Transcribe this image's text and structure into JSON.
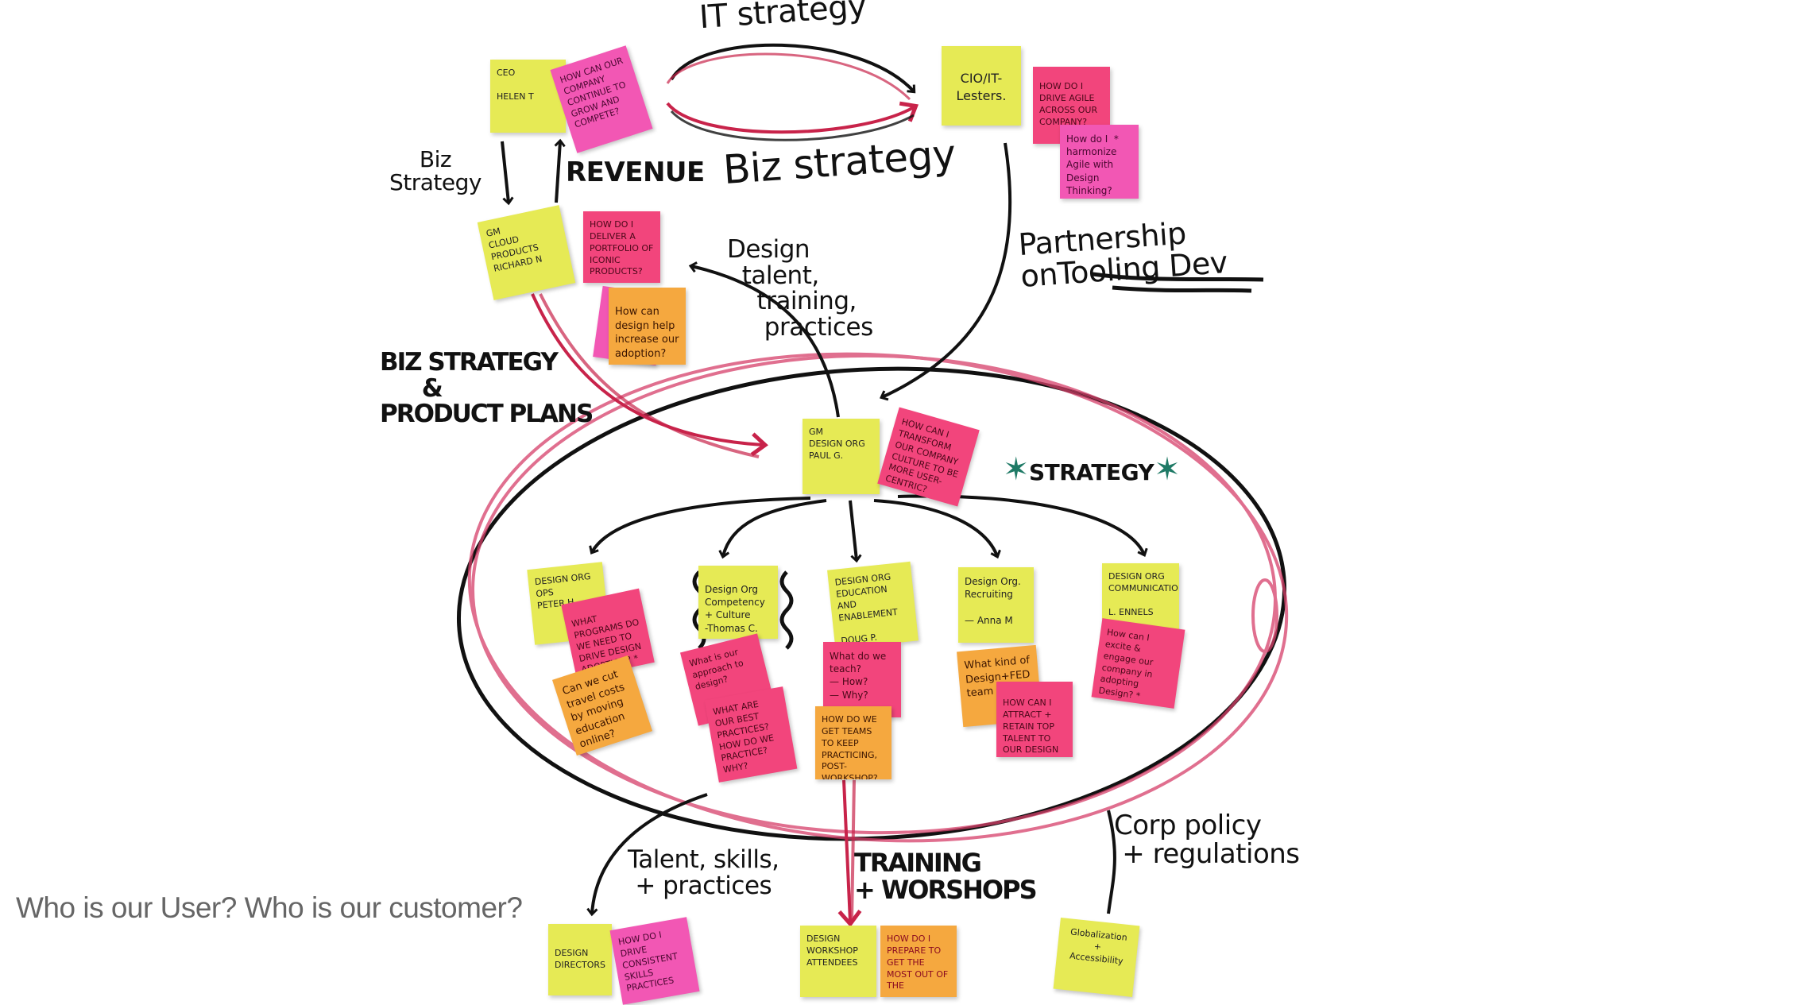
{
  "labels": {
    "it_strategy": "IT strategy",
    "biz_strategy_top": "Biz strategy",
    "biz_strategy_left": "Biz\nStrategy",
    "revenue": "REVENUE",
    "design_talent": "Design\n  talent,\n    training,\n     practices",
    "partnership": "Partnership\nonTooling Dev",
    "biz_strategy_product": "BIZ STRATEGY\n      &\nPRODUCT PLANS",
    "strategy": "STRATEGY",
    "talent_skills": "Talent, skills,\n + practices",
    "training_workshops": "TRAINING\n+ WORSHOPS",
    "corp_policy": "Corp policy\n + regulations"
  },
  "notes": {
    "ceo": "CEO\n\nHELEN T",
    "ceo_q": "HOW CAN OUR COMPANY CONTINUE TO GROW AND COMPETE?",
    "cio": "CIO/IT-\nLesters.",
    "cio_q1": "HOW DO I DRIVE AGILE ACROSS OUR COMPANY?",
    "cio_q2": "How do I  *\nharmonize\nAgile with\nDesign Thinking?",
    "gm_cloud": "GM\nCLOUD PRODUCTS\nRICHARD N",
    "gm_cloud_q1": "HOW DO I DELIVER A PORTFOLIO OF ICONIC PRODUCTS?",
    "gm_cloud_q2": "How can design help increase our adoption?",
    "gm_design": "GM\nDESIGN ORG\nPAUL G.",
    "gm_design_q": "HOW CAN I TRANSFORM OUR COMPANY CULTURE TO BE MORE USER-CENTRIC?",
    "ops": "DESIGN ORG OPS\nPETER H.",
    "ops_q1": "WHAT PROGRAMS DO WE NEED TO DRIVE DESIGN ADOPTION? *",
    "ops_q2": "Can we cut travel costs by moving education online?",
    "competency": "Design Org\nCompetency\n+ Culture\n-Thomas C.",
    "competency_q1": "What is our approach to design?",
    "competency_q2": "WHAT ARE OUR BEST PRACTICES? HOW DO WE PRACTICE? WHY?",
    "education": "DESIGN ORG EDUCATION AND ENABLEMENT\n\nDOUG P.",
    "education_q1": "What do we teach?\n— How?\n— Why?",
    "education_q2": "HOW DO WE GET TEAMS TO KEEP PRACTICING, POST-WORKSHOP?",
    "recruiting": "Design Org.\nRecruiting\n\n— Anna M",
    "recruiting_q1": "What kind of Design+FED team",
    "recruiting_q2": "HOW CAN I ATTRACT + RETAIN TOP TALENT TO OUR DESIGN ORG?",
    "comms": "DESIGN ORG COMMUNICATIONS\n\nL. ENNELS",
    "comms_q": "How can I excite & engage our company in adopting Design? *",
    "directors": "DESIGN\nDIRECTORS",
    "directors_q": "HOW DO I DRIVE CONSISTENT SKILLS PRACTICES",
    "workshop": "DESIGN\nWORKSHOP\nATTENDEES",
    "workshop_q": "HOW DO I PREPARE TO GET THE MOST OUT OF THE",
    "globalization": "Globalization\n+\nAccessibility"
  },
  "caption": "Who is our User?  Who is our customer?",
  "colors": {
    "yellow": "#e6ea55",
    "pink": "#f2457c",
    "magenta": "#f257b4",
    "orange": "#f5a83f",
    "ink": "#111111",
    "red_ink": "#c8234a",
    "star": "#1f7a66"
  }
}
